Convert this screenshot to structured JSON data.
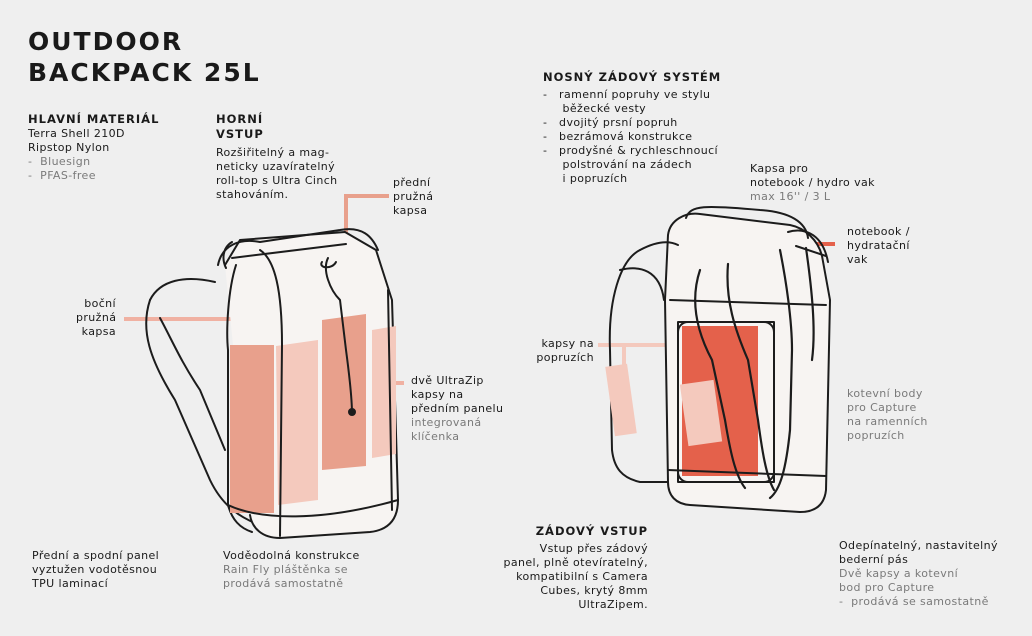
{
  "title": {
    "line1": "OUTDOOR",
    "line2": "BACKPACK 25L"
  },
  "material": {
    "heading": "HLAVNÍ MATERIÁL",
    "lines": [
      "Terra Shell 210D",
      "Ripstop Nylon"
    ],
    "bullets": [
      "-  Bluesign",
      "-  PFAS-free"
    ]
  },
  "top_entry": {
    "heading1": "HORNÍ",
    "heading2": "VSTUP",
    "lines": [
      "Rozšiřitelný a mag-",
      "neticky uzavíratelný",
      "roll-top s Ultra Cinch",
      "stahováním."
    ]
  },
  "carry_system": {
    "heading": "NOSNÝ ZÁDOVÝ SYSTÉM",
    "lines": [
      "-   ramenní popruhy ve stylu",
      "     běžecké vesty",
      "-   dvojitý prsní popruh",
      "-   bezrámová konstrukce",
      "-   prodyšné & rychleschnoucí",
      "     polstrování na zádech",
      "     i popruzích"
    ]
  },
  "front_pocket": {
    "lines": [
      "přední",
      "pružná",
      "kapsa"
    ]
  },
  "side_pocket": {
    "lines": [
      "boční",
      "pružná",
      "kapsa"
    ]
  },
  "ultrazip": {
    "lines": [
      "dvě UltraZip",
      "kapsy na",
      "předním panelu"
    ],
    "gray_lines": [
      "integrovaná",
      "klíčenka"
    ]
  },
  "laptop_pocket": {
    "lines": [
      "Kapsa pro",
      "notebook / hydro vak"
    ],
    "gray_lines": [
      "max 16'' / 3 L"
    ]
  },
  "laptop_sleeve": {
    "lines": [
      "notebook /",
      "hydratační",
      "vak"
    ]
  },
  "strap_pockets": {
    "lines": [
      "kapsy na",
      "popruzích"
    ]
  },
  "capture_points": {
    "gray_lines": [
      "kotevní body",
      "pro Capture",
      "na ramenních",
      "popruzích"
    ]
  },
  "bottom_panel": {
    "lines": [
      "Přední a spodní panel",
      "vyztužen vodotěsnou",
      "TPU laminací"
    ]
  },
  "waterproof": {
    "lines": [
      "Voděodolná konstrukce"
    ],
    "gray_lines": [
      "Rain Fly pláštěnka se",
      "prodává samostatně"
    ]
  },
  "back_entry": {
    "heading": "ZÁDOVÝ VSTUP",
    "lines": [
      "Vstup přes zádový",
      "panel, plně otevíratelný,",
      "kompatibilní s Camera",
      "Cubes, krytý 8mm",
      "UltraZipem."
    ]
  },
  "hip_belt": {
    "lines": [
      "Odepínatelný, nastavitelný",
      "bederní pás"
    ],
    "gray_lines": [
      "Dvě kapsy a kotevní",
      "bod pro Capture",
      "-  prodává se samostatně"
    ]
  },
  "colors": {
    "accent_dark": "#e4614b",
    "accent_mid": "#e8a08c",
    "accent_light": "#f4c9bd",
    "outline": "#1c1c1c"
  }
}
